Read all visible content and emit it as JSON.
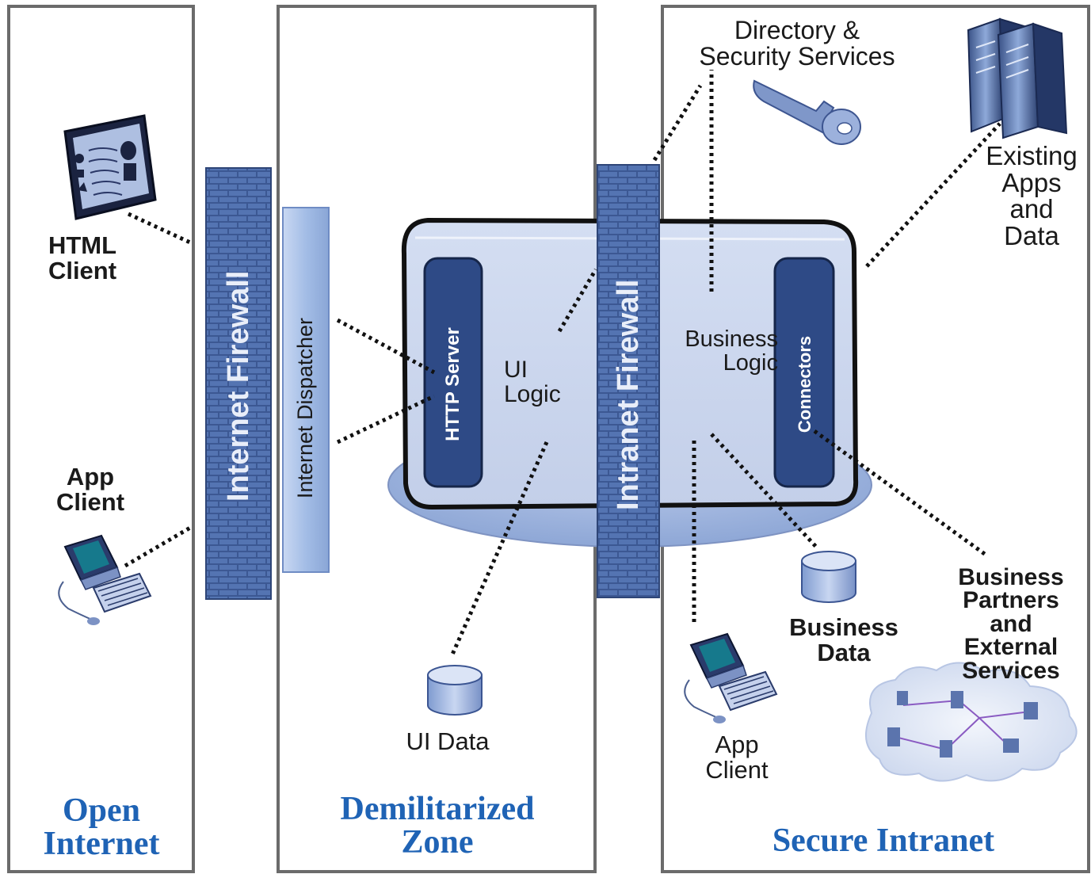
{
  "zones": {
    "open_internet": "Open\nInternet",
    "dmz": "Demilitarized\nZone",
    "secure_intranet": "Secure Intranet"
  },
  "labels": {
    "html_client": "HTML\nClient",
    "app_client_left": "App\nClient",
    "internet_firewall": "Internet Firewall",
    "internet_dispatcher": "Internet Dispatcher",
    "http_server": "HTTP Server",
    "ui_logic": "UI\nLogic",
    "ui_data": "UI Data",
    "intranet_firewall": "Intranet Firewall",
    "directory_security": "Directory &\nSecurity Services",
    "business_logic": "Business\nLogic",
    "connectors": "Connectors",
    "existing_apps": "Existing\nApps\nand\nData",
    "business_data": "Business\nData",
    "app_client_right": "App\nClient",
    "business_partners": "Business\nPartners\nand\nExternal\nServices"
  },
  "colors": {
    "zone_text": "#1f63b5",
    "panel_border": "#6b6b6b",
    "firewall": "#3d5a94",
    "server_body": "#c6d2ec",
    "server_column": "#2e4a86",
    "dispatcher": "#9bb6e3"
  },
  "icons": [
    "web-page-icon",
    "desktop-computer-icon",
    "database-icon",
    "key-icon",
    "server-tower-icon",
    "network-cloud-icon"
  ]
}
